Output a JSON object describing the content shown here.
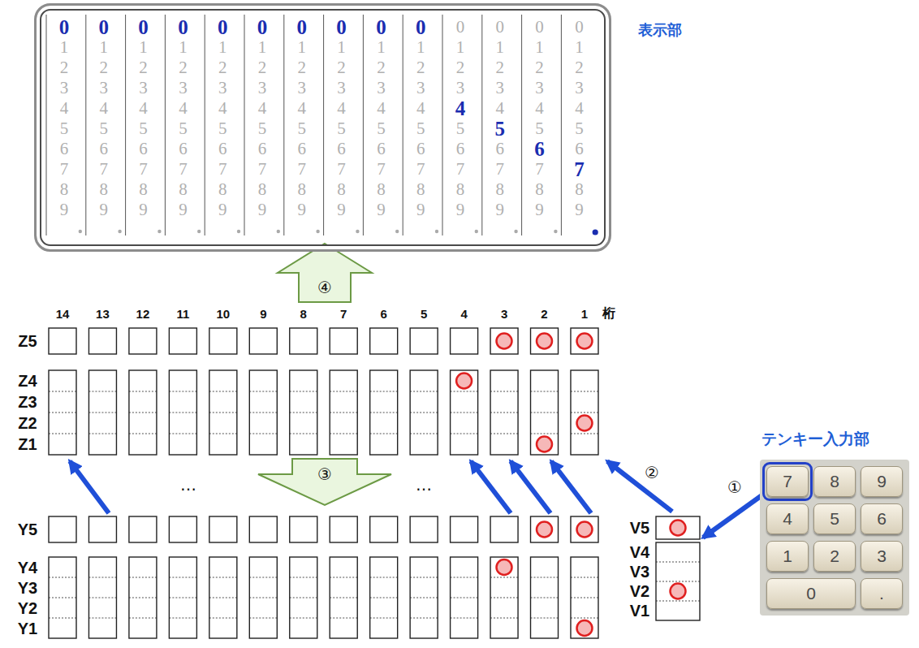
{
  "diagram": {
    "nodes": [
      {
        "text": [
          "表示部"
        ]
      },
      {
        "text": [
          "V5",
          "V4",
          "V3",
          "V2",
          "V1"
        ]
      },
      {
        "text": [
          "テンキー入力部"
        ]
      },
      {
        "text": [
          "7"
        ],
        "in": 2
      },
      {
        "text": [
          "8"
        ],
        "in": 2
      },
      {
        "text": [
          "9"
        ],
        "in": 2
      },
      {
        "text": [
          "4"
        ],
        "in": 2
      },
      {
        "text": [
          "5"
        ],
        "in": 2
      },
      {
        "text": [
          "6"
        ],
        "in": 2
      },
      {
        "text": [
          "1"
        ],
        "in": 2
      },
      {
        "text": [
          "2"
        ],
        "in": 2
      },
      {
        "text": [
          "3"
        ],
        "in": 2
      },
      {
        "text": [
          "0"
        ],
        "in": 2
      },
      {
        "text": [
          "."
        ],
        "in": 2
      }
    ],
    "edges": [
      {
        "from": 3,
        "to": 1,
        "arrow": "to",
        "label": "①"
      }
    ],
    "labels": [
      "0",
      "1",
      "2",
      "3",
      "4",
      "5",
      "6",
      "7",
      "8",
      "9",
      "0",
      "1",
      "2",
      "3",
      "4",
      "5",
      "6",
      "7",
      "8",
      "9",
      "0",
      "1",
      "2",
      "3",
      "4",
      "5",
      "6",
      "7",
      "8",
      "9",
      "0",
      "1",
      "2",
      "3",
      "4",
      "5",
      "6",
      "7",
      "8",
      "9",
      "0",
      "1",
      "2",
      "3",
      "4",
      "5",
      "6",
      "7",
      "8",
      "9",
      "0",
      "1",
      "2",
      "3",
      "4",
      "5",
      "6",
      "7",
      "8",
      "9",
      "0",
      "1",
      "2",
      "3",
      "4",
      "5",
      "6",
      "7",
      "8",
      "9",
      "0",
      "1",
      "2",
      "3",
      "4",
      "5",
      "6",
      "7",
      "8",
      "9",
      "0",
      "1",
      "2",
      "3",
      "4",
      "5",
      "6",
      "7",
      "8",
      "9",
      "0",
      "1",
      "2",
      "3",
      "4",
      "5",
      "6",
      "7",
      "8",
      "9",
      "0",
      "1",
      "2",
      "3",
      "4",
      "5",
      "6",
      "7",
      "8",
      "9",
      "0",
      "1",
      "2",
      "3",
      "4",
      "5",
      "6",
      "7",
      "8",
      "9",
      "0",
      "1",
      "2",
      "3",
      "4",
      "5",
      "6",
      "7",
      "8",
      "9",
      "0",
      "1",
      "2",
      "3",
      "4",
      "5",
      "6",
      "7",
      "8",
      "9",
      "14",
      "13",
      "12",
      "11",
      "10",
      "9",
      "8",
      "7",
      "6",
      "5",
      "4",
      "3",
      "2",
      "1",
      "桁",
      "Z5",
      "Z4",
      "Z3",
      "Z2",
      "Z1",
      "④",
      "③",
      "…",
      "…",
      "②",
      "Y5",
      "Y4",
      "Y3",
      "Y2",
      "Y1"
    ]
  }
}
